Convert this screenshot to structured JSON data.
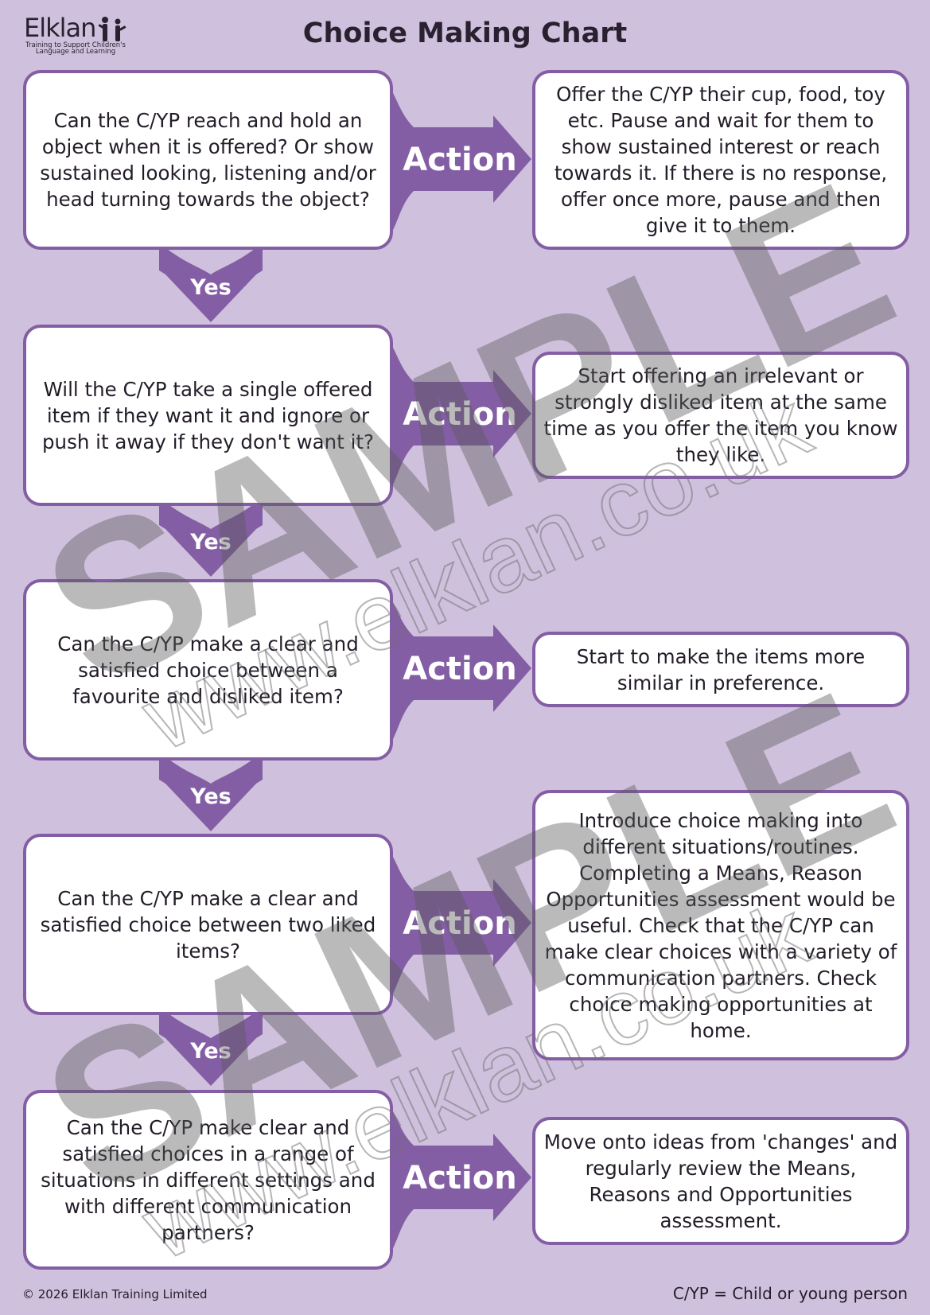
{
  "title": "Choice Making Chart",
  "logo": {
    "brand": "Elklan",
    "tagline_1": "Training to Support Children's",
    "tagline_2": "Language and Learning"
  },
  "action_label": "Action",
  "yes_label": "Yes",
  "rows": [
    {
      "question": "Can the C/YP reach and hold an object when it is offered? Or show sustained looking, listening and/or head turning towards the object?",
      "action": "Offer the C/YP their cup, food, toy etc. Pause and wait for them to show sustained interest or reach towards it. If there is no response, offer once more, pause and then give it to them."
    },
    {
      "question": "Will the C/YP take a single offered item if they want it and ignore or push it away if they don't want it?",
      "action": "Start offering an irrelevant or strongly disliked item at the same time as you offer the item you know they like."
    },
    {
      "question": "Can the C/YP make a clear and satisfied choice between a favourite and disliked item?",
      "action": "Start to make the items more similar in preference."
    },
    {
      "question": "Can the C/YP make a clear and satisfied choice between two liked items?",
      "action": "Introduce choice making into different situations/routines. Completing a Means, Reason Opportunities assessment would be useful. Check that the C/YP can make clear choices with a variety of communication partners. Check choice making opportunities at home."
    },
    {
      "question": "Can the C/YP make clear and satisfied choices in a range of situations in different settings and with different communication partners?",
      "action": "Move onto ideas from 'changes' and regularly review the Means, Reasons and Opportunities assessment."
    }
  ],
  "watermark": {
    "sample": "SAMPLE",
    "url": "www.elklan.co.uk"
  },
  "footer": {
    "copyright": "© 2026 Elklan Training Limited",
    "key": "C/YP = Child or young person"
  },
  "colors": {
    "background": "#cfc1dd",
    "purple": "#845ea4",
    "text": "#231c28"
  }
}
